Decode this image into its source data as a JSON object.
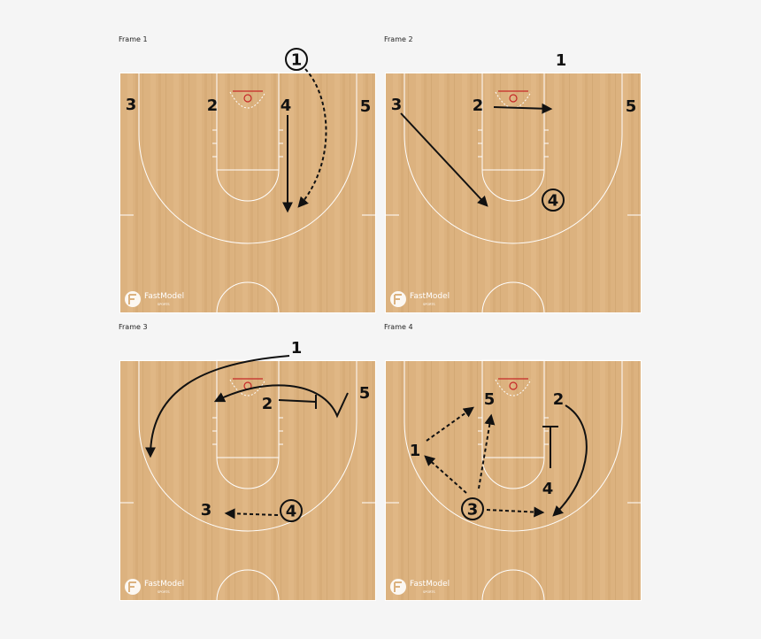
{
  "frames": [
    {
      "title": "Frame 1",
      "logo": "FastModel",
      "logo_sub": "SPORTS"
    },
    {
      "title": "Frame 2",
      "logo": "FastModel",
      "logo_sub": "SPORTS"
    },
    {
      "title": "Frame 3",
      "logo": "FastModel",
      "logo_sub": "SPORTS"
    },
    {
      "title": "Frame 4",
      "logo": "FastModel",
      "logo_sub": "SPORTS"
    }
  ],
  "players": {
    "f1": [
      "1",
      "3",
      "2",
      "4",
      "5"
    ],
    "f2": [
      "1",
      "3",
      "2",
      "5",
      "4"
    ],
    "f3": [
      "1",
      "2",
      "5",
      "3",
      "4"
    ],
    "f4": [
      "5",
      "2",
      "1",
      "4",
      "3"
    ]
  },
  "colors": {
    "court": "#dcb27f",
    "lines": "#ffffff",
    "rim": "#c62828",
    "ink": "#111111"
  }
}
